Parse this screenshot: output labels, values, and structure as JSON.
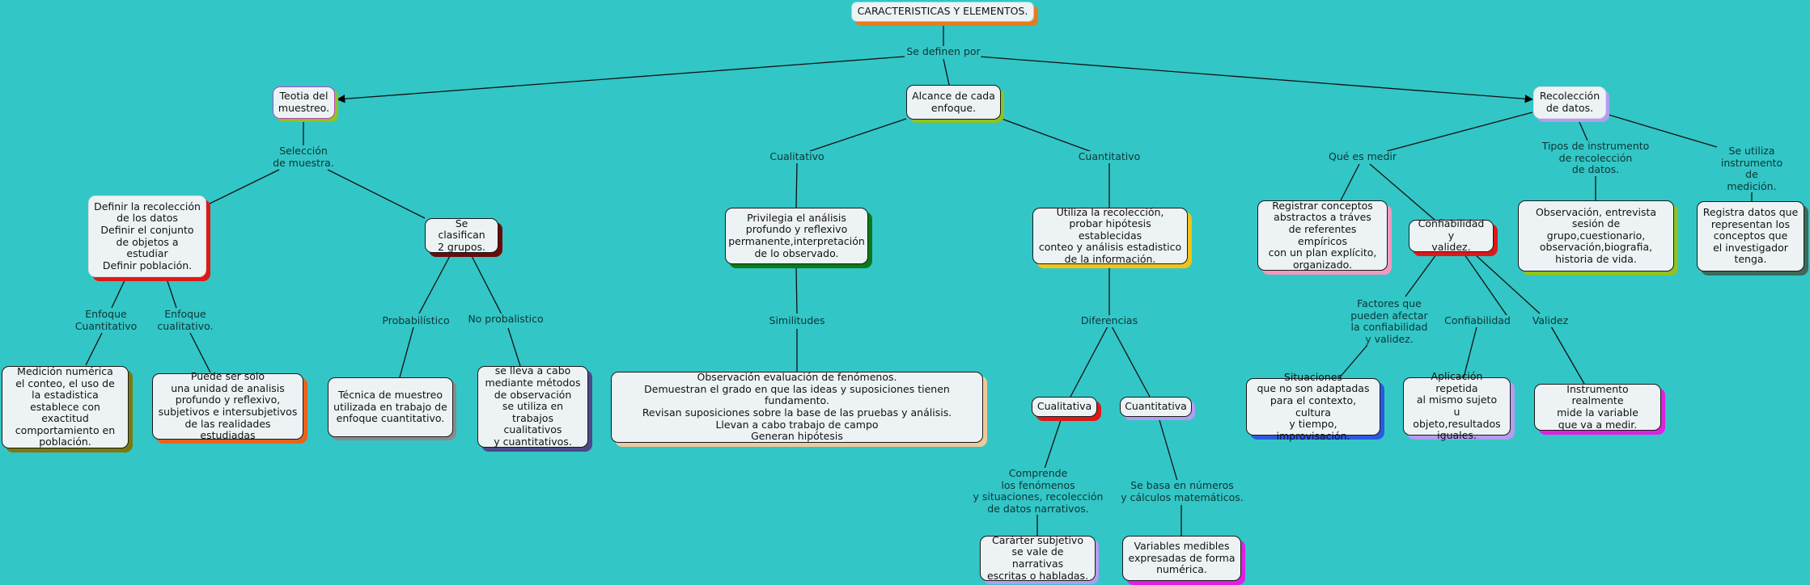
{
  "background_color": "#33c6c6",
  "root": {
    "text": "CARACTERISTICAS Y ELEMENTOS.",
    "shadow": "#e87b1d"
  },
  "links": {
    "se_definen_por": "Se definen por",
    "seleccion_muestra": "Selección\nde muestra.",
    "enfoque_cuantitativo": "Enfoque\nCuantitativo",
    "enfoque_cualitativo": "Enfoque\ncualitativo.",
    "probabilistico": "Probabilístico",
    "no_probalistico": "No probalistico",
    "cualitativo": "Cualitativo",
    "cuantitativo": "Cuantitativo",
    "similitudes": "Similitudes",
    "diferencias": "Diferencias",
    "comprende": "Comprende\nlos fenómenos\ny situaciones, recolección\nde datos narrativos.",
    "se_basa": "Se basa en números\ny cálculos matemáticos.",
    "que_es_medir": "Qué es medir",
    "tipos_instrumento": "Tipos de instrumento\nde recolección\nde datos.",
    "se_utiliza_instrumento": "Se utiliza instrumento\nde medición.",
    "factores": "Factores que\npueden afectar\nla confiabilidad\ny validez.",
    "confiabilidad": "Confiabilidad",
    "validez": "Validez"
  },
  "nodes": {
    "teotia": {
      "text": "Teotia del\nmuestreo.",
      "shadow": "#8fc31f",
      "border": "#c040c0"
    },
    "alcance": {
      "text": "Alcance de cada\nenfoque.",
      "shadow": "#8fc31f"
    },
    "recoleccion": {
      "text": "Recolección\nde datos.",
      "shadow": "#b59cf0"
    },
    "definir": {
      "text": "Definir la recolección\nde los datos\nDefinir el conjunto\nde objetos a estudiar\nDefinir población.",
      "shadow": "#e01818"
    },
    "se_clasifican": {
      "text": "Se clasifican\n2 grupos.",
      "shadow": "#6b0a0a"
    },
    "medicion": {
      "text": "Medición numérica\nel conteo, el uso de\nla estadistica\nestablece con exactitud\ncomportamiento en\npoblación.",
      "shadow": "#7a7a10"
    },
    "puede_ser": {
      "text": "Puede ser solo\nuna unidad de analisis\nprofundo y reflexivo,\nsubjetivos e intersubjetivos\nde las realidades estudiadas",
      "shadow": "#e8641a"
    },
    "tecnica": {
      "text": "Técnica de muestreo\nutilizada en trabajo de\nenfoque cuantitativo.",
      "shadow": "#8a8a8a"
    },
    "se_lleva": {
      "text": "se lleva a cabo\nmediante métodos\nde observación\nse utiliza en\ntrabajos cualitativos\ny cuantitativos.",
      "shadow": "#4a4a8a"
    },
    "privilegia": {
      "text": "Privilegia el análisis\nprofundo y reflexivo\npermanente,interpretación\nde lo observado.",
      "shadow": "#0a7a1a"
    },
    "utiliza": {
      "text": "Utiliza la recolección,\nprobar hipótesis establecidas\nconteo y análisis estadistico\nde la información.",
      "shadow": "#f0c418"
    },
    "observacion": {
      "text": "Observación evaluación de fenómenos.\nDemuestran el grado en que las ideas y suposiciones tienen fundamento.\nRevisan  suposiciones sobre la base de las pruebas y  análisis.\nLlevan a cabo trabajo de campo\nGeneran hipótesis",
      "shadow": "#f0c89a"
    },
    "cualitativa": {
      "text": "Cualitativa",
      "shadow": "#e01818"
    },
    "cuantitativa": {
      "text": "Cuantitativa",
      "shadow": "#b59cf0"
    },
    "caracter": {
      "text": "Carárter subjetivo\nse vale de narrativas\nescritas o habladas.",
      "shadow": "#b59cf0"
    },
    "variables": {
      "text": "Variables medibles\nexpresadas de forma\nnumérica.",
      "shadow": "#e020e0"
    },
    "registrar": {
      "text": "Registrar conceptos\nabstractos a tráves\nde referentes empíricos\ncon un plan explícito,\norganizado.",
      "shadow": "#f09ac0"
    },
    "confiabilidad_validez": {
      "text": "Confiabilidad y\nvalidez.",
      "shadow": "#e01818"
    },
    "observacion_entrevista": {
      "text": "Observación, entrevista\nsesión de grupo,cuestionario,\nobservación,biografia,\nhistoria de vida.",
      "shadow": "#8fc31f"
    },
    "registra_datos": {
      "text": "Registra datos que\nrepresentan los\nconceptos que\nel investigador\ntenga.",
      "shadow": "#3a6a5a"
    },
    "situaciones": {
      "text": "Situaciones\nque no son adaptadas\npara el contexto, cultura\ny tiempo, improvisación.",
      "shadow": "#2a5ae0"
    },
    "aplicacion": {
      "text": "Aplicación repetida\nal mismo sujeto\nu objeto,resultados\niguales.",
      "shadow": "#b59cf0"
    },
    "instrumento": {
      "text": "Instrumento realmente\nmide la variable\nque va a medir.",
      "shadow": "#e020e0"
    }
  }
}
